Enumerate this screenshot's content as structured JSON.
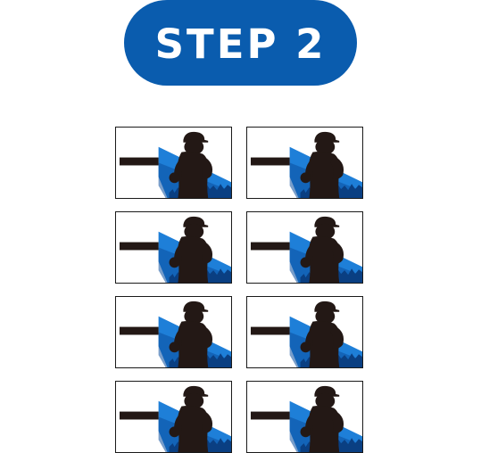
{
  "step": {
    "label": "STEP 2"
  },
  "colors": {
    "pill_background": "#0a5cae",
    "pill_text": "#ffffff",
    "silhouette": "#231815",
    "sky_blue": "#1e7fd8"
  },
  "cards": [
    {
      "id": "r1c1",
      "icon": "golfer-swing-thumbnail"
    },
    {
      "id": "r1c2",
      "icon": "golfer-swing-thumbnail"
    },
    {
      "id": "r2c1",
      "icon": "golfer-swing-thumbnail"
    },
    {
      "id": "r2c2",
      "icon": "golfer-swing-thumbnail"
    },
    {
      "id": "r3c1",
      "icon": "golfer-swing-thumbnail"
    },
    {
      "id": "r3c2",
      "icon": "golfer-swing-thumbnail"
    },
    {
      "id": "r4c1",
      "icon": "golfer-swing-thumbnail"
    },
    {
      "id": "r4c2",
      "icon": "golfer-swing-thumbnail"
    }
  ]
}
